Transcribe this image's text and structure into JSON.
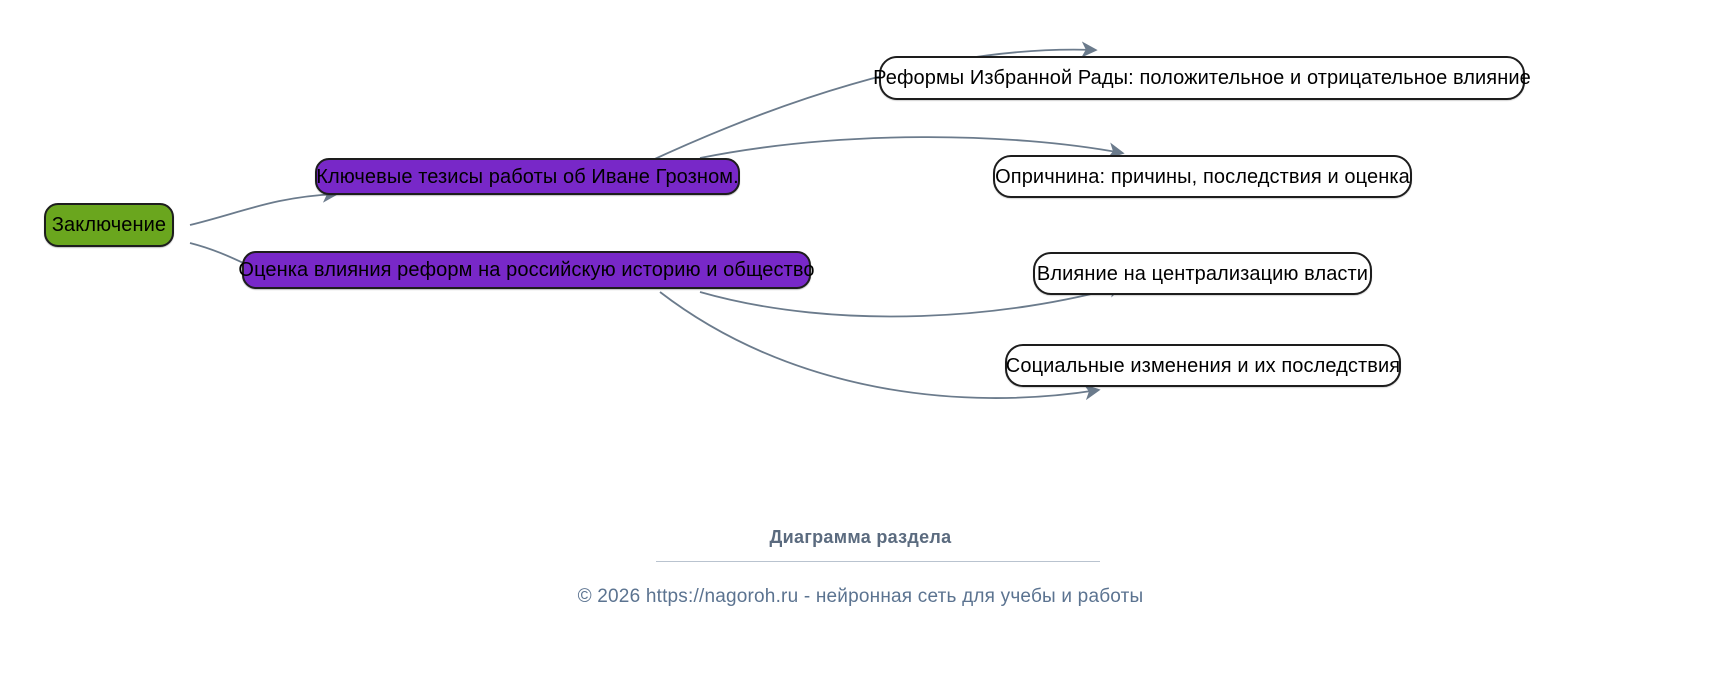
{
  "diagram": {
    "type": "mindmap",
    "title": "Диаграмма раздела",
    "root": {
      "id": "root",
      "label": "Заключение",
      "color": "#6aa61e"
    },
    "branches": [
      {
        "id": "branch-1",
        "label": "Ключевые тезисы работы об Иване Грозном.",
        "color": "#7828c8",
        "children": [
          {
            "id": "leaf-1",
            "label": "Реформы Избранной Рады: положительное и отрицательное влияние",
            "color": "#ffffff"
          },
          {
            "id": "leaf-2",
            "label": "Опричнина: причины, последствия и оценка",
            "color": "#ffffff"
          }
        ]
      },
      {
        "id": "branch-2",
        "label": "Оценка влияния реформ на российскую историю и общество",
        "color": "#7828c8",
        "children": [
          {
            "id": "leaf-3",
            "label": "Влияние на централизацию власти",
            "color": "#ffffff"
          },
          {
            "id": "leaf-4",
            "label": "Социальные изменения и их последствия",
            "color": "#ffffff"
          }
        ]
      }
    ],
    "edge_color": "#6b7b8c"
  },
  "footer": {
    "title": "Диаграмма раздела",
    "copyright": "© 2026 https://nagoroh.ru - нейронная сеть для учебы и работы",
    "title_color": "#5b6b7f",
    "copyright_color": "#5b7390"
  }
}
